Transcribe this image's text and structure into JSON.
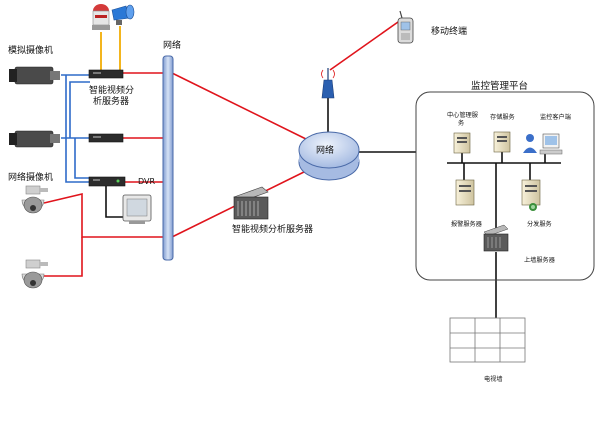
{
  "labels": {
    "analog_camera": "模拟摄像机",
    "network_camera": "网络摄像机",
    "smart_server_top": [
      "智能视频分",
      "析服务器"
    ],
    "dvr": "DVR",
    "network_bar": "网络",
    "network_hub": "网络",
    "smart_server_mid": "智能视频分析服务器",
    "mobile_terminal": "移动终端",
    "platform_title": "监控管理平台",
    "center_service": [
      "中心管理服",
      "务"
    ],
    "storage_service": "存储服务",
    "client": "监控客户端",
    "alarm_server": "报警服务器",
    "dist_service": "分发服务",
    "wall_server": "上墙服务器",
    "tv_wall": "电视墙"
  },
  "colors": {
    "red_link": "#e0141c",
    "blue_link": "#2f6bc9",
    "yellow_link": "#f3b51e",
    "network_bar": "#a8bde3",
    "hub_fill": "#c3d3ee",
    "hub_stroke": "#4a6aa8",
    "black_link": "#111111"
  }
}
